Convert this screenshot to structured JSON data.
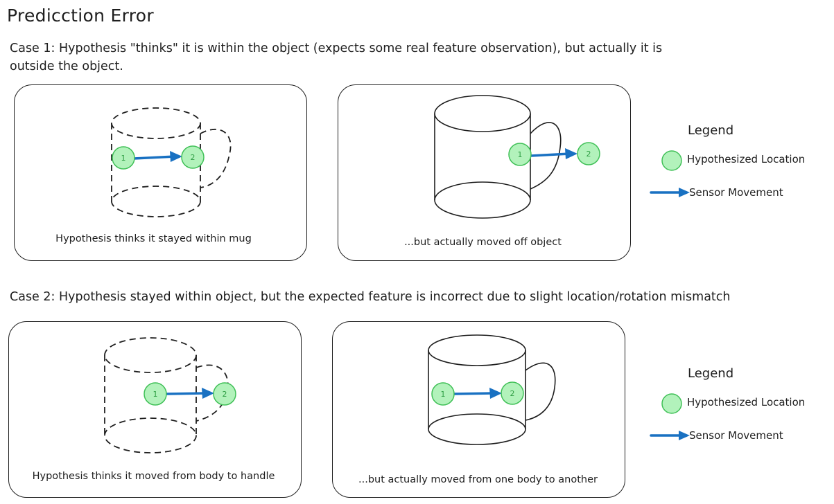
{
  "title": "Predicction Error",
  "case1": {
    "description": "Case 1: Hypothesis \"thinks\" it is within the object (expects some real feature observation), but actually it is outside the object.",
    "left_caption": "Hypothesis thinks it stayed within mug",
    "right_caption": "...but actually moved off object"
  },
  "case2": {
    "description": "Case 2: Hypothesis stayed within object, but the expected feature is incorrect due to slight location/rotation mismatch",
    "left_caption": "Hypothesis thinks it moved from body to handle",
    "right_caption": "...but actually moved from one body to another"
  },
  "legend": {
    "title": "Legend",
    "location_label": "Hypothesized Location",
    "movement_label": "Sensor Movement"
  },
  "location_markers": {
    "start": "1",
    "end": "2"
  },
  "colors": {
    "location_fill": "#b2f2bb",
    "location_stroke": "#40c057",
    "location_text": "#2f9e44",
    "arrow": "#1971c2",
    "stroke": "#1e1e1e"
  }
}
